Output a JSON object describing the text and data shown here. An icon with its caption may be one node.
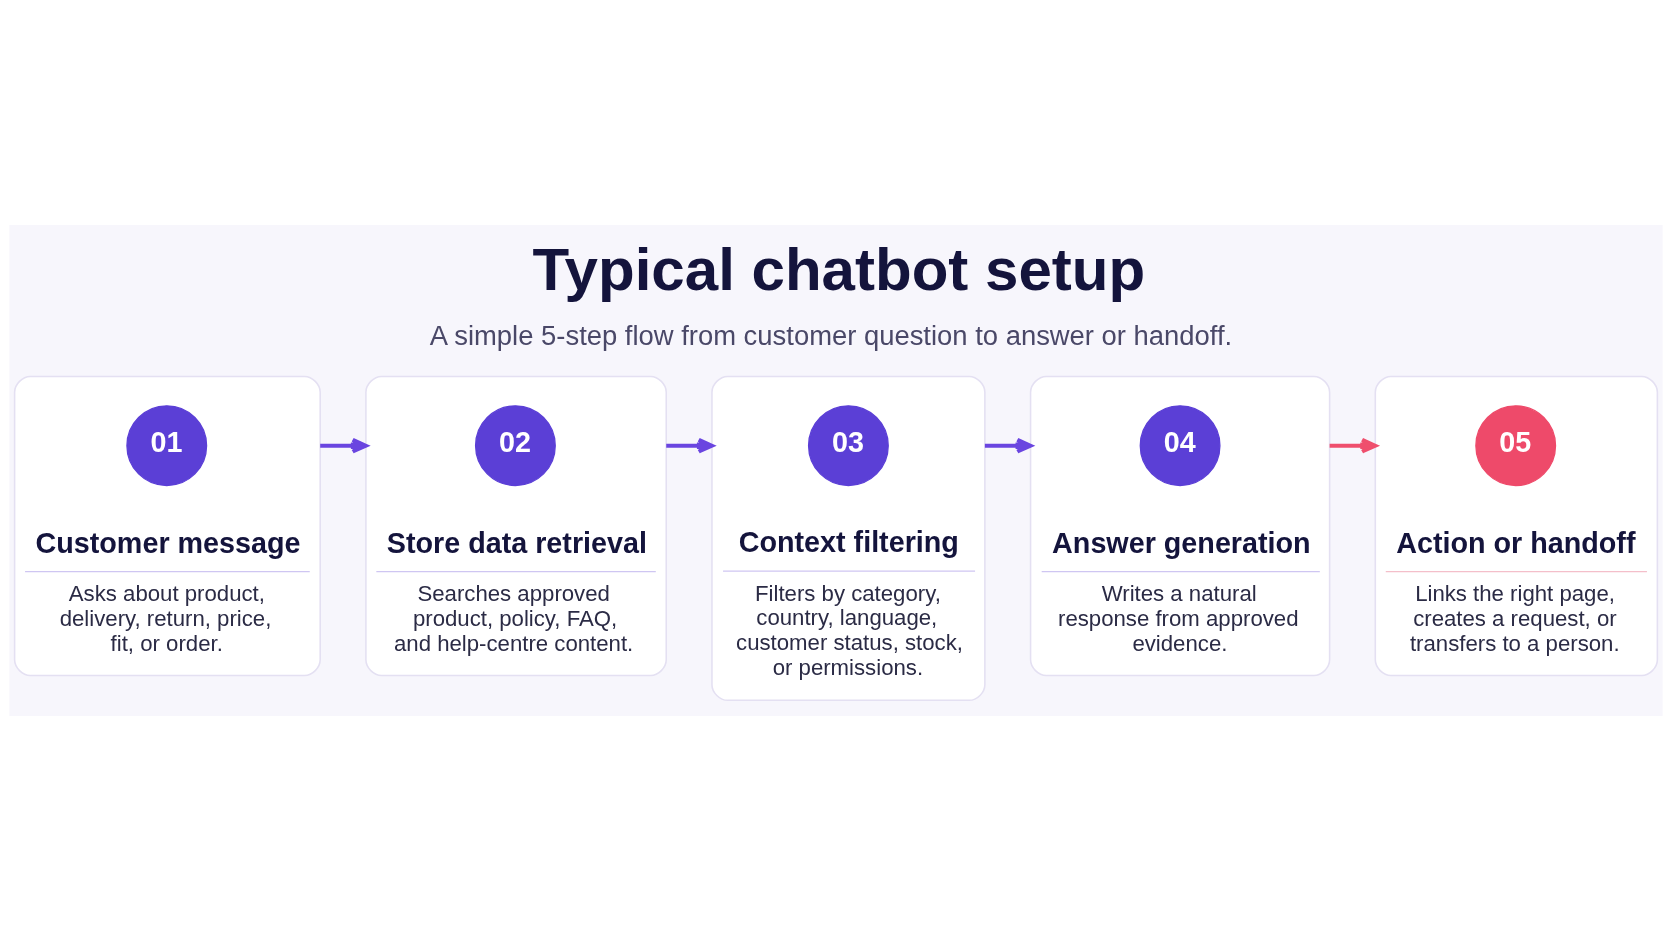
{
  "diagram": {
    "title": "Typical chatbot setup",
    "caption": "A simple 5-step flow from customer question to answer or handoff.",
    "nodes": [
      {
        "text": [
          "Customer message",
          "Asks about product, delivery, return, price, fit, or order."
        ]
      },
      {
        "text": [
          "01"
        ],
        "in": 0
      },
      {
        "text": [
          "Store data retrieval",
          "Searches approved product, policy, FAQ, and help-centre content."
        ]
      },
      {
        "text": [
          "02"
        ],
        "in": 2
      },
      {
        "text": [
          "Context filtering",
          "Filters by category, country, language, customer status, stock, or permissions."
        ]
      },
      {
        "text": [
          "03"
        ],
        "in": 4
      },
      {
        "text": [
          "Answer generation",
          "Writes a natural response from approved evidence."
        ]
      },
      {
        "text": [
          "04"
        ],
        "in": 6
      },
      {
        "text": [
          "Action or handoff",
          "Links the right page, creates a request, or transfers to a person."
        ]
      },
      {
        "text": [
          "05"
        ],
        "in": 8
      }
    ],
    "edges": [
      {
        "from": 0,
        "to": 2,
        "arrow": "to"
      },
      {
        "from": 2,
        "to": 4,
        "arrow": "to"
      },
      {
        "from": 4,
        "to": 6,
        "arrow": "to"
      },
      {
        "from": 6,
        "to": 8,
        "arrow": "to",
        "color": "#ef4f6d"
      }
    ]
  }
}
